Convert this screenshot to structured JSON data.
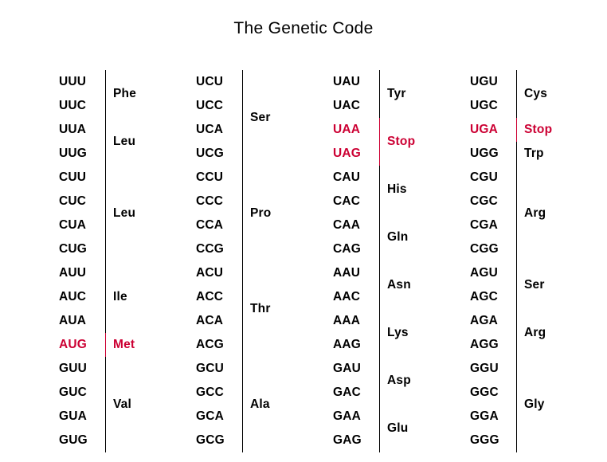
{
  "title": "The Genetic Code",
  "colors": {
    "text": "#000000",
    "highlight": "#cc0033",
    "background": "#ffffff"
  },
  "table": {
    "rows": [
      {
        "first_base": "U",
        "blocks": [
          {
            "groups": [
              {
                "codons": [
                  "UUU",
                  "UUC"
                ],
                "amino_acid": "Phe",
                "highlight": false
              },
              {
                "codons": [
                  "UUA",
                  "UUG"
                ],
                "amino_acid": "Leu",
                "highlight": false
              }
            ]
          },
          {
            "groups": [
              {
                "codons": [
                  "UCU",
                  "UCC",
                  "UCA",
                  "UCG"
                ],
                "amino_acid": "Ser",
                "highlight": false
              }
            ]
          },
          {
            "groups": [
              {
                "codons": [
                  "UAU",
                  "UAC"
                ],
                "amino_acid": "Tyr",
                "highlight": false
              },
              {
                "codons": [
                  "UAA",
                  "UAG"
                ],
                "amino_acid": "Stop",
                "highlight": true
              }
            ]
          },
          {
            "groups": [
              {
                "codons": [
                  "UGU",
                  "UGC"
                ],
                "amino_acid": "Cys",
                "highlight": false
              },
              {
                "codons": [
                  "UGA"
                ],
                "amino_acid": "Stop",
                "highlight": true
              },
              {
                "codons": [
                  "UGG"
                ],
                "amino_acid": "Trp",
                "highlight": false
              }
            ]
          }
        ]
      },
      {
        "first_base": "C",
        "blocks": [
          {
            "groups": [
              {
                "codons": [
                  "CUU",
                  "CUC",
                  "CUA",
                  "CUG"
                ],
                "amino_acid": "Leu",
                "highlight": false
              }
            ]
          },
          {
            "groups": [
              {
                "codons": [
                  "CCU",
                  "CCC",
                  "CCA",
                  "CCG"
                ],
                "amino_acid": "Pro",
                "highlight": false
              }
            ]
          },
          {
            "groups": [
              {
                "codons": [
                  "CAU",
                  "CAC"
                ],
                "amino_acid": "His",
                "highlight": false
              },
              {
                "codons": [
                  "CAA",
                  "CAG"
                ],
                "amino_acid": "Gln",
                "highlight": false
              }
            ]
          },
          {
            "groups": [
              {
                "codons": [
                  "CGU",
                  "CGC",
                  "CGA",
                  "CGG"
                ],
                "amino_acid": "Arg",
                "highlight": false
              }
            ]
          }
        ]
      },
      {
        "first_base": "A",
        "blocks": [
          {
            "groups": [
              {
                "codons": [
                  "AUU",
                  "AUC",
                  "AUA"
                ],
                "amino_acid": "Ile",
                "highlight": false
              },
              {
                "codons": [
                  "AUG"
                ],
                "amino_acid": "Met",
                "highlight": true
              }
            ]
          },
          {
            "groups": [
              {
                "codons": [
                  "ACU",
                  "ACC",
                  "ACA",
                  "ACG"
                ],
                "amino_acid": "Thr",
                "highlight": false
              }
            ]
          },
          {
            "groups": [
              {
                "codons": [
                  "AAU",
                  "AAC"
                ],
                "amino_acid": "Asn",
                "highlight": false
              },
              {
                "codons": [
                  "AAA",
                  "AAG"
                ],
                "amino_acid": "Lys",
                "highlight": false
              }
            ]
          },
          {
            "groups": [
              {
                "codons": [
                  "AGU",
                  "AGC"
                ],
                "amino_acid": "Ser",
                "highlight": false
              },
              {
                "codons": [
                  "AGA",
                  "AGG"
                ],
                "amino_acid": "Arg",
                "highlight": false
              }
            ]
          }
        ]
      },
      {
        "first_base": "G",
        "blocks": [
          {
            "groups": [
              {
                "codons": [
                  "GUU",
                  "GUC",
                  "GUA",
                  "GUG"
                ],
                "amino_acid": "Val",
                "highlight": false
              }
            ]
          },
          {
            "groups": [
              {
                "codons": [
                  "GCU",
                  "GCC",
                  "GCA",
                  "GCG"
                ],
                "amino_acid": "Ala",
                "highlight": false
              }
            ]
          },
          {
            "groups": [
              {
                "codons": [
                  "GAU",
                  "GAC"
                ],
                "amino_acid": "Asp",
                "highlight": false
              },
              {
                "codons": [
                  "GAA",
                  "GAG"
                ],
                "amino_acid": "Glu",
                "highlight": false
              }
            ]
          },
          {
            "groups": [
              {
                "codons": [
                  "GGU",
                  "GGC",
                  "GGA",
                  "GGG"
                ],
                "amino_acid": "Gly",
                "highlight": false
              }
            ]
          }
        ]
      }
    ]
  }
}
